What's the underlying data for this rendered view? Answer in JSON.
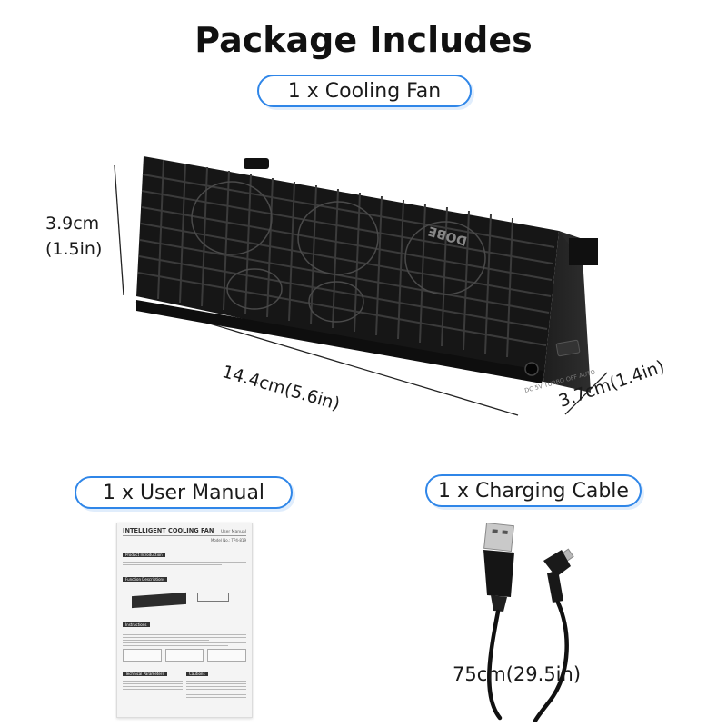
{
  "header": {
    "title": "Package Includes"
  },
  "items": {
    "fan": {
      "label": "1 x Cooling Fan"
    },
    "manual": {
      "label": "1 x User Manual"
    },
    "cable": {
      "label": "1 x Charging Cable"
    }
  },
  "dimensions": {
    "height_cm": "3.9cm",
    "height_in": "(1.5in)",
    "length": "14.4cm(5.6in)",
    "depth": "3.7cm(1.4in)",
    "cable_length": "75cm(29.5in)"
  },
  "fan_device": {
    "brand": "DOBE",
    "port_label": "DC 5V",
    "switch_label": "TURBO OFF AUTO"
  },
  "manual_doc": {
    "title": "INTELLIGENT COOLING FAN",
    "subtitle": "User Manual",
    "model": "Model No.: TP4-819",
    "sections": [
      "Product Introduction",
      "Function Descriptions",
      "Instructions",
      "Technical Parameters",
      "Cautions"
    ]
  },
  "colors": {
    "accent": "#2f86e8",
    "device": "#1c1c1c"
  }
}
